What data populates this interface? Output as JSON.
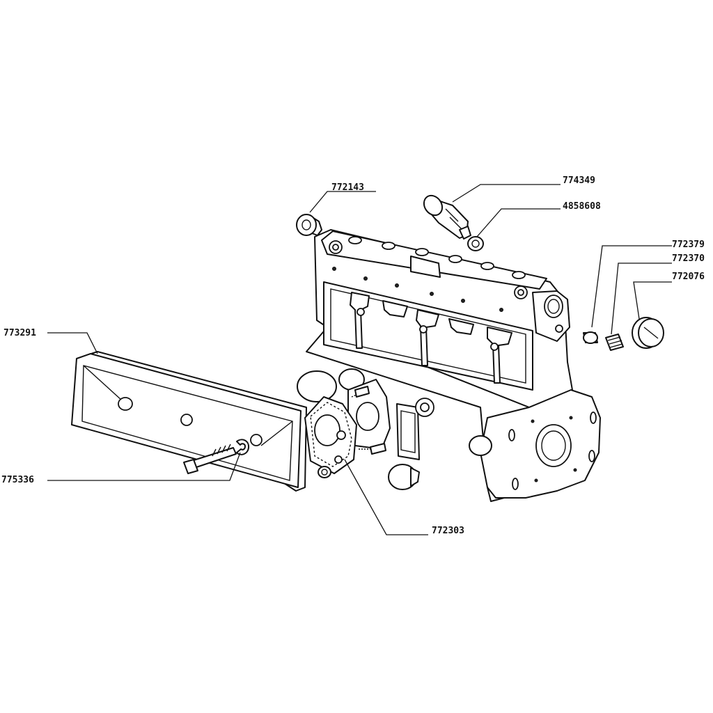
{
  "callouts": [
    {
      "id": "772143",
      "label": "772143"
    },
    {
      "id": "774349",
      "label": "774349"
    },
    {
      "id": "4858608",
      "label": "4858608"
    },
    {
      "id": "772379",
      "label": "772379"
    },
    {
      "id": "772370",
      "label": "772370"
    },
    {
      "id": "772076",
      "label": "772076"
    },
    {
      "id": "773291",
      "label": "773291"
    },
    {
      "id": "775336",
      "label": "775336"
    },
    {
      "id": "772303",
      "label": "772303"
    }
  ]
}
